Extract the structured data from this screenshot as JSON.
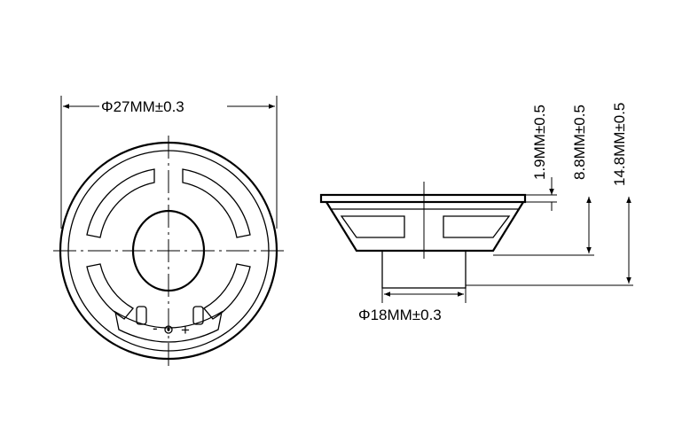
{
  "front_view": {
    "diameter_label": "Φ27MM±0.3",
    "terminal_negative": "-",
    "terminal_positive": "+"
  },
  "side_view": {
    "magnet_diameter_label": "Φ18MM±0.3",
    "flange_height_label": "1.9MM±0.5",
    "body_height_label": "8.8MM±0.5",
    "total_height_label": "14.8MM±0.5"
  }
}
